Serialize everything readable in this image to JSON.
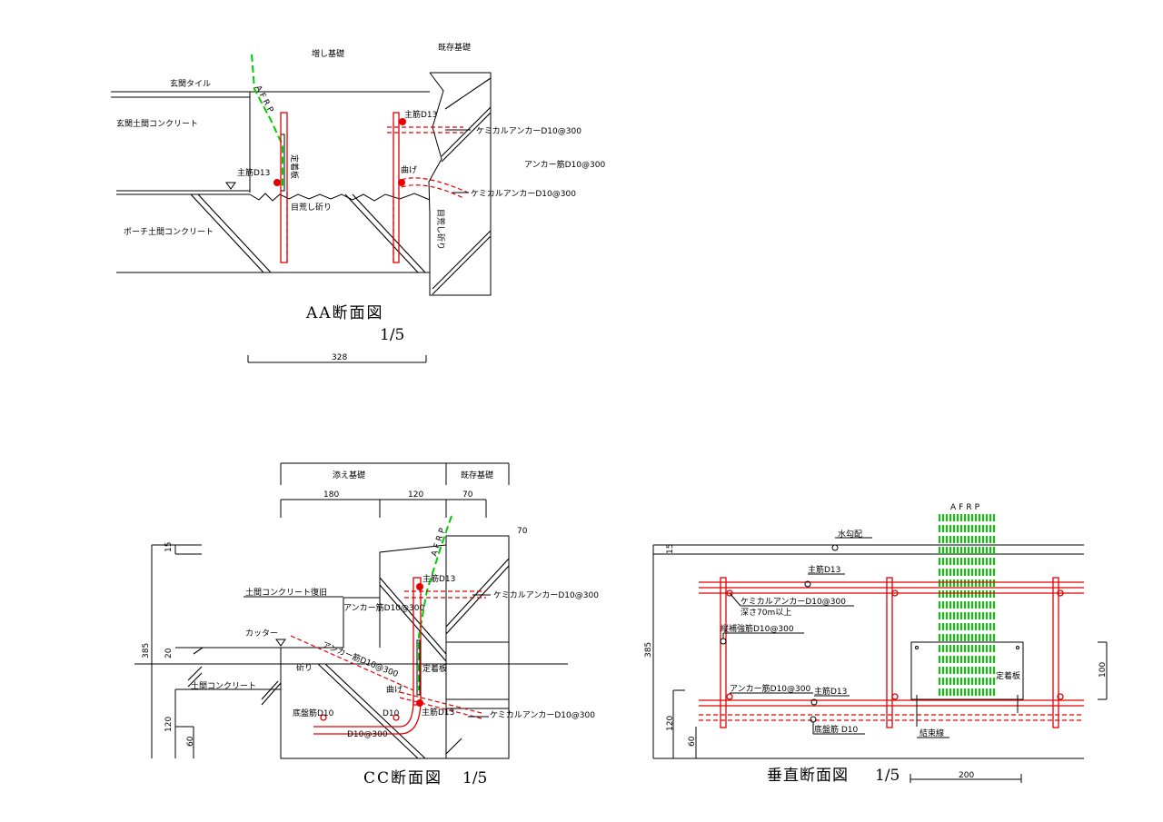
{
  "aa": {
    "title": "AA断面図",
    "scale": "1/5",
    "dimension": "328",
    "labels": {
      "masu_kiso": "増し基礎",
      "kison_kiso": "既存基礎",
      "genkan_tile": "玄関タイル",
      "genkan_concrete": "玄関土間コンクリート",
      "afrp": "AFRP",
      "teichakuban": "定着板",
      "shukin_left": "主筋D13",
      "shukin_right": "主筋D13",
      "magemage": "曲げ",
      "chemical_top": "ケミカルアンカーD10@300",
      "anchor": "アンカー筋D10@300",
      "chemical_bottom": "ケミカルアンカーD10@300",
      "mearashi_bottom": "目荒し斫り",
      "mearashi_right": "目荒し斫り",
      "porch": "ポーチ土間コンクリート"
    }
  },
  "cc": {
    "title": "CC断面図",
    "scale": "1/5",
    "header_soe": "添え基礎",
    "header_kison": "既存基礎",
    "dims_top": [
      "180",
      "120",
      "70"
    ],
    "dim_70_right": "70",
    "left_dims": [
      "15",
      "20",
      "385",
      "120",
      "60"
    ],
    "labels": {
      "afrp": "AFRP",
      "shukin_top": "主筋D13",
      "chemical_top": "ケミカルアンカーD10@300",
      "doma_fukkyu": "土間コンクリート復旧",
      "anchor_small": "アンカー筋D10@300",
      "cutter": "カッター",
      "anchor_diag": "アンカー筋D10@300",
      "hatsuri": "斫り",
      "teichakuban": "定着板",
      "doma_concrete": "土間コンクリート",
      "magemage": "曲げ",
      "teiban": "底盤筋D10",
      "d10": "D10",
      "shukin_bottom": "主筋D13",
      "chemical_bottom": "ケミカルアンカーD10@300",
      "d10_300": "D10@300"
    }
  },
  "vert": {
    "title": "垂直断面図",
    "scale": "1/5",
    "dimension": "200",
    "left_dims": [
      "15",
      "385",
      "120",
      "60"
    ],
    "right_dim": "100",
    "labels": {
      "afrp": "AFRP",
      "mizukoubai": "水勾配",
      "shukin_top": "主筋D13",
      "chemical": "ケミカルアンカーD10@300",
      "depth": "深さ70m以上",
      "tate_hokyo": "縦補強筋D10@300",
      "teichakuban": "定着板",
      "anchor": "アンカー筋D10@300",
      "shukin_bottom": "主筋D13",
      "teiban": "底盤筋 D10",
      "kessoku": "結束線"
    }
  }
}
